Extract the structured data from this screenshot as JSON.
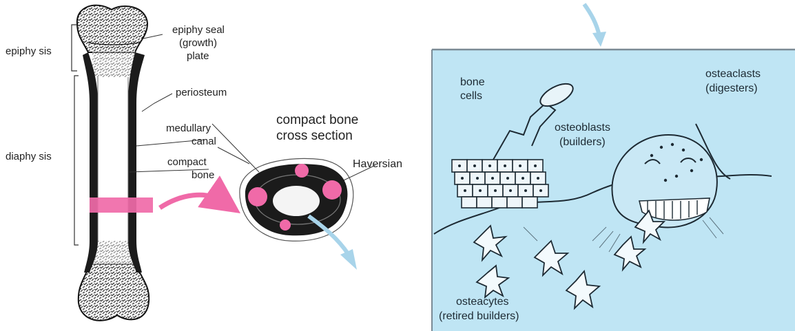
{
  "colors": {
    "bone_dark": "#1b1b1b",
    "accent_pink": "#f06aa8",
    "arrow_blue": "#a8d4ea",
    "panel_bg": "#bfe5f4",
    "panel_border": "#7a8a95"
  },
  "bone_diagram": {
    "labels": {
      "epiphysis": "epiphy sis",
      "diaphysis": "diaphy sis",
      "epiphyseal_plate_1": "epiphy seal",
      "epiphyseal_plate_2": "(growth)",
      "epiphyseal_plate_3": "plate",
      "periosteum": "periosteum",
      "medullary_canal_1": "medullary",
      "medullary_canal_2": "canal",
      "compact_bone_1": "compact",
      "compact_bone_2": "bone",
      "cross_section_1": "compact bone",
      "cross_section_2": "cross section",
      "haversian": "Haversian"
    }
  },
  "cells_panel": {
    "labels": {
      "bone_cells_1": "bone",
      "bone_cells_2": "cells",
      "osteoclasts_1": "osteaclasts",
      "osteoclasts_2": "(digesters)",
      "osteoblasts_1": "osteoblasts",
      "osteoblasts_2": "(builders)",
      "osteocytes_1": "osteacytes",
      "osteocytes_2": "(retired builders)"
    }
  }
}
